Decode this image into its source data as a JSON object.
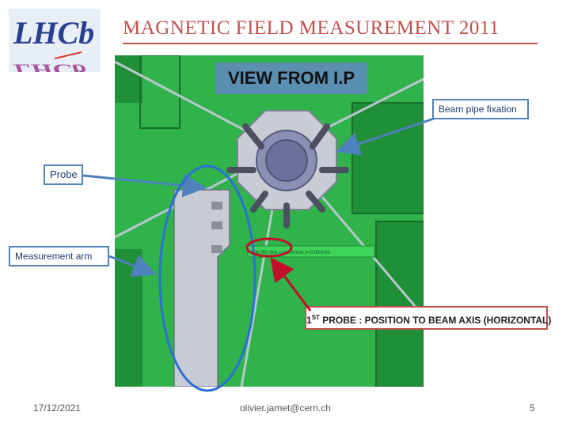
{
  "slide": {
    "title": "MAGNETIC FIELD MEASUREMENT 2011",
    "logo_text": "LHCb",
    "view_label": "VIEW FROM I.P",
    "callouts": {
      "beam_pipe": "Beam pipe fixation",
      "probe": "Probe",
      "measurement_arm": "Measurement arm"
    },
    "probe_position": {
      "prefix": "1",
      "superscript": "ST",
      "text": " PROBE : POSITION TO BEAM AXIS (HORIZONTAL)"
    },
    "footer": {
      "date": "17/12/2021",
      "author": "olivier.jamet@cern.ch",
      "page": "5"
    }
  },
  "colors": {
    "title": "#c0504d",
    "cad_background": "#2fb34a",
    "callout_border": "#4f81bd",
    "highlight_red": "#c0102a"
  }
}
